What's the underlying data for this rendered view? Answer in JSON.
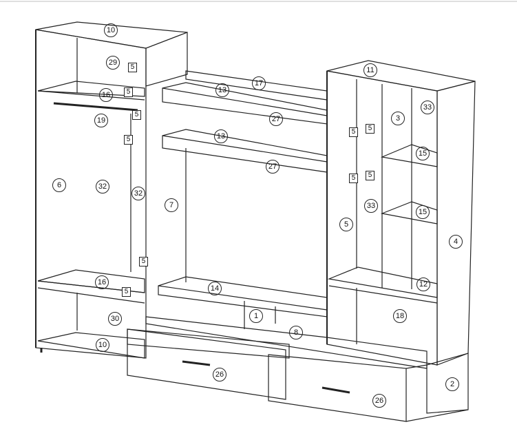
{
  "diagram": {
    "title": "Wall unit assembly overview",
    "part_labels": [
      "10",
      "29",
      "16",
      "19",
      "6",
      "32",
      "32",
      "7",
      "16",
      "30",
      "10",
      "17",
      "13",
      "27",
      "13",
      "27",
      "14",
      "1",
      "8",
      "26",
      "26",
      "11",
      "3",
      "33",
      "15",
      "33",
      "5",
      "15",
      "4",
      "12",
      "18",
      "2"
    ],
    "fastener_labels": [
      "5",
      "5",
      "5",
      "5",
      "5",
      "5",
      "5",
      "5",
      "5",
      "5"
    ]
  }
}
